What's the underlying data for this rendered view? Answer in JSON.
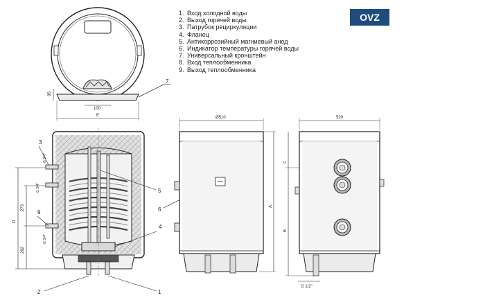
{
  "badge": "OVZ",
  "legend": [
    {
      "num": "1.",
      "text": "Вход холодной воды"
    },
    {
      "num": "2.",
      "text": "Выход горячей воды"
    },
    {
      "num": "3.",
      "text": "Патрубок рециркуляции"
    },
    {
      "num": "4.",
      "text": "Фланец"
    },
    {
      "num": "5.",
      "text": "Антикоррозийный магниевый анод"
    },
    {
      "num": "6.",
      "text": "Индикатор температуры горячей воды"
    },
    {
      "num": "7.",
      "text": "Универсальный кронштейн"
    },
    {
      "num": "8.",
      "text": "Вход теплообменника"
    },
    {
      "num": "9.",
      "text": "Выход теплообменника"
    }
  ],
  "callouts": {
    "c1": "1",
    "c2": "2",
    "c3": "3",
    "c4": "4",
    "c5": "5",
    "c6": "6",
    "c7": "7",
    "c9": "9"
  },
  "dims": {
    "top_h": "95",
    "top_w": "100",
    "top_e": "E",
    "front_d": "Ø510",
    "front_a": "A",
    "side_w": "520",
    "side_c": "C",
    "side_b": "B",
    "side_pipe": "G 1/2\"",
    "sec_d": "D",
    "sec_273": "273",
    "sec_282": "282",
    "g34a": "G 3/4\"",
    "g34b": "G 3/4\"",
    "g34c": "G 3/4\""
  },
  "colors": {
    "badge_bg": "#1e4c7e",
    "steel": "#c9c9c9",
    "insulation": "#d8d8d8",
    "tank": "#efefef"
  }
}
